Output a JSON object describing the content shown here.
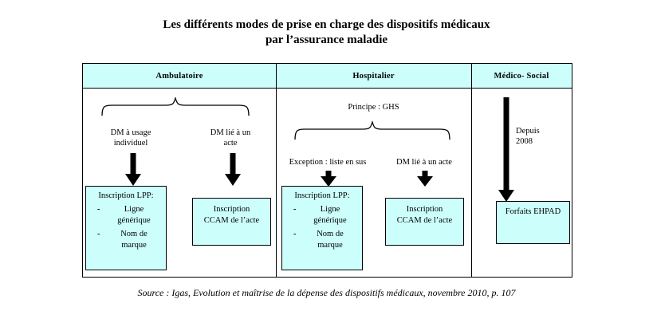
{
  "title": {
    "line1": "Les différents modes de prise en charge des dispositifs médicaux",
    "line2": "par l’assurance maladie"
  },
  "columns": [
    {
      "id": "ambulatoire",
      "header": "Ambulatoire",
      "nodes": [
        {
          "id": "dm-usage-individuel",
          "label": "DM à usage\nindividuel"
        },
        {
          "id": "dm-lie-acte",
          "label": "DM lié à un\nacte"
        }
      ],
      "boxes": [
        {
          "id": "inscription-lpp",
          "title": "Inscription LPP:",
          "bullets": [
            "Ligne\ngénérique",
            "Nom de\nmarque"
          ]
        },
        {
          "id": "inscription-ccam",
          "text": "Inscription\nCCAM de l’acte"
        }
      ]
    },
    {
      "id": "hospitalier",
      "header": "Hospitalier",
      "principle": "Principe : GHS",
      "nodes": [
        {
          "id": "exception-liste-en-sus",
          "label": "Exception : liste en sus"
        },
        {
          "id": "dm-lie-acte",
          "label": "DM lié à un acte"
        }
      ],
      "boxes": [
        {
          "id": "inscription-lpp",
          "title": "Inscription LPP:",
          "bullets": [
            "Ligne\ngénérique",
            "Nom de\nmarque"
          ]
        },
        {
          "id": "inscription-ccam",
          "text": "Inscription\nCCAM de l’acte"
        }
      ]
    },
    {
      "id": "medico-social",
      "header": "Médico- Social",
      "nodes": [
        {
          "id": "depuis-2008",
          "label": "Depuis\n2008"
        }
      ],
      "boxes": [
        {
          "id": "forfaits-ehpad",
          "text": "Forfaits EHPAD"
        }
      ]
    }
  ],
  "source": "Source : Igas, Evolution et maîtrise de la dépense des dispositifs médicaux, novembre 2010, p. 107",
  "colors": {
    "fill": "#ccfffc",
    "stroke": "#000000",
    "background": "#ffffff"
  }
}
